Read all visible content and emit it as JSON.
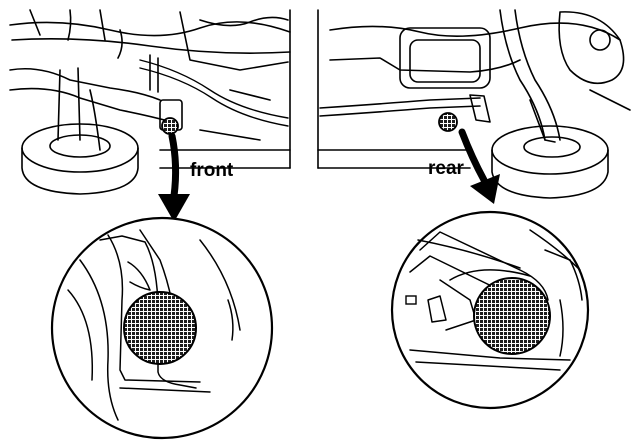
{
  "figure": {
    "panels": [
      {
        "id": "front",
        "label": "front"
      },
      {
        "id": "rear",
        "label": "rear"
      }
    ]
  },
  "colors": {
    "ink": "#000000",
    "paper": "#ffffff",
    "jack_point_fill": "#2b2b2b"
  }
}
